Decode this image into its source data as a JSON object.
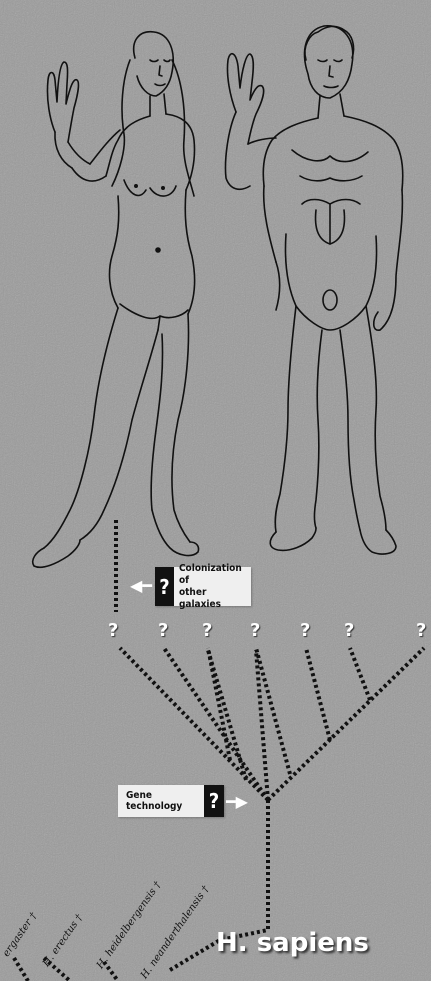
{
  "callouts": {
    "colonization": "Colonization of\nother galaxies",
    "colonization_q": "?",
    "gene": "Gene technology",
    "gene_q": "?"
  },
  "branch_marks": [
    "?",
    "?",
    "?",
    "?",
    "?",
    "?",
    "?"
  ],
  "species_labels": {
    "ergaster": "ergaster †",
    "erectus": "H. erectus †",
    "heidelbergensis": "H. heidelbergensis †",
    "neanderthalensis": "H. neanderthalensis †"
  },
  "title": "H. sapiens",
  "colors": {
    "background": "#9a9a9a",
    "line": "#111111",
    "callout_bg": "#efefef",
    "white": "#ffffff"
  }
}
